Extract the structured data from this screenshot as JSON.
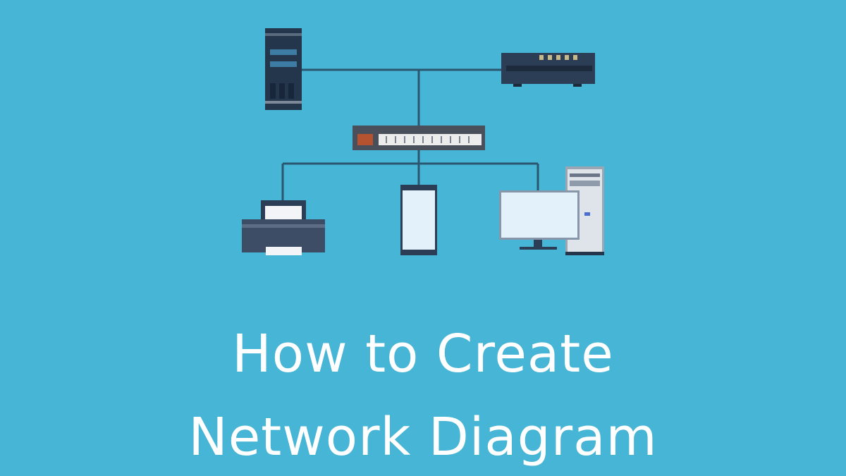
{
  "title": {
    "line1": "How to Create",
    "line2": "Network Diagram"
  },
  "colors": {
    "background": "#46b5d6",
    "device_dark": "#2c3e56",
    "connector": "#2a5670",
    "screen": "#e3f1fa",
    "switch_accent": "#b5522f"
  },
  "diagram": {
    "nodes": [
      "server",
      "router",
      "switch",
      "printer",
      "phone",
      "desktop-computer"
    ],
    "edges": [
      [
        "server",
        "router"
      ],
      [
        "server",
        "switch"
      ],
      [
        "switch",
        "printer"
      ],
      [
        "switch",
        "phone"
      ],
      [
        "switch",
        "desktop-computer"
      ]
    ]
  }
}
